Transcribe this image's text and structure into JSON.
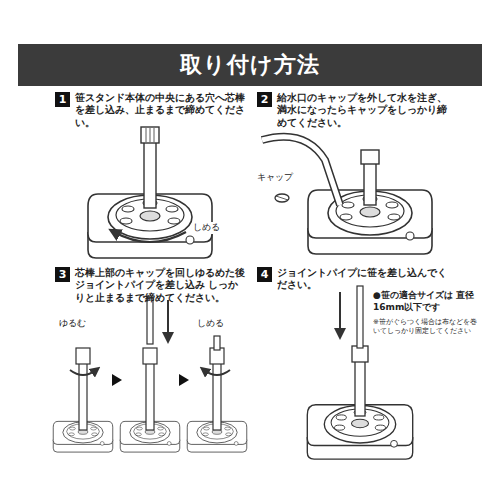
{
  "diagram": {
    "title": "取り付け方法",
    "nodes": [
      {
        "text": [
          "1",
          "笹スタンド本体の中央にある穴へ芯棒を差し込み、止まるまで締めてください。"
        ]
      },
      {
        "text": [
          "2",
          "給水口のキャップを外して水を注ぎ、満水になったらキャップをしっかり締めてください。"
        ]
      },
      {
        "text": [
          "3",
          "芯棒上部のキャップを回しゆるめた後 ジョイントパイプを差し込み しっかりと止まるまで締めてください。"
        ]
      },
      {
        "text": [
          "4",
          "ジョイントパイプに笹を差し込んでください。"
        ]
      }
    ],
    "labels": [
      "しめる",
      "キャップ",
      "ゆるむ",
      "しめる",
      "●笹の適合サイズは 直径16mm以下です",
      "※笹がぐらつく場合は布などを巻いてしっかり固定してください"
    ]
  }
}
